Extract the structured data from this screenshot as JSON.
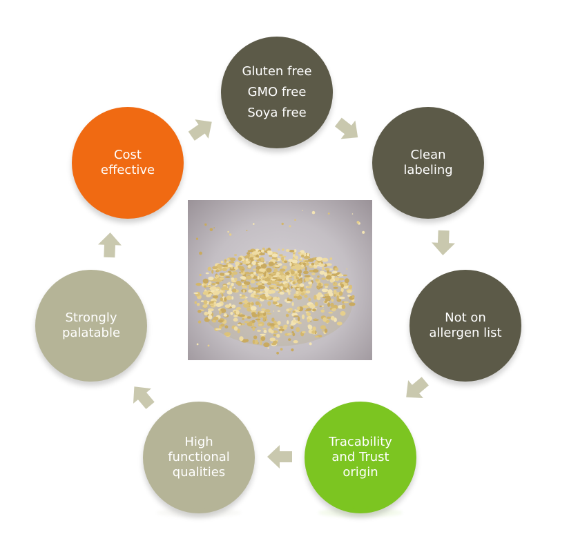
{
  "nodes": [
    {
      "id": "gluten-free",
      "lines": [
        "Gluten free",
        "GMO free",
        "Soya free"
      ],
      "color": "#5c5a48"
    },
    {
      "id": "clean-labeling",
      "lines": [
        "Clean",
        "labeling"
      ],
      "color": "#5c5a48"
    },
    {
      "id": "not-on-allergen-list",
      "lines": [
        "Not on",
        "allergen list"
      ],
      "color": "#5c5a48"
    },
    {
      "id": "tracability",
      "lines": [
        "Tracability",
        "and Trust",
        "origin"
      ],
      "color": "#7cc521"
    },
    {
      "id": "high-functional",
      "lines": [
        "High",
        "functional",
        "qualities"
      ],
      "color": "#b5b497"
    },
    {
      "id": "strongly-palatable",
      "lines": [
        "Strongly",
        "palatable"
      ],
      "color": "#b5b497"
    },
    {
      "id": "cost-effective",
      "lines": [
        "Cost",
        "effective"
      ],
      "color": "#f06a12"
    }
  ],
  "arrow_color": "#c9c8ae",
  "photo": {
    "subject": "pile of pale yellow protein granules on a plate"
  }
}
